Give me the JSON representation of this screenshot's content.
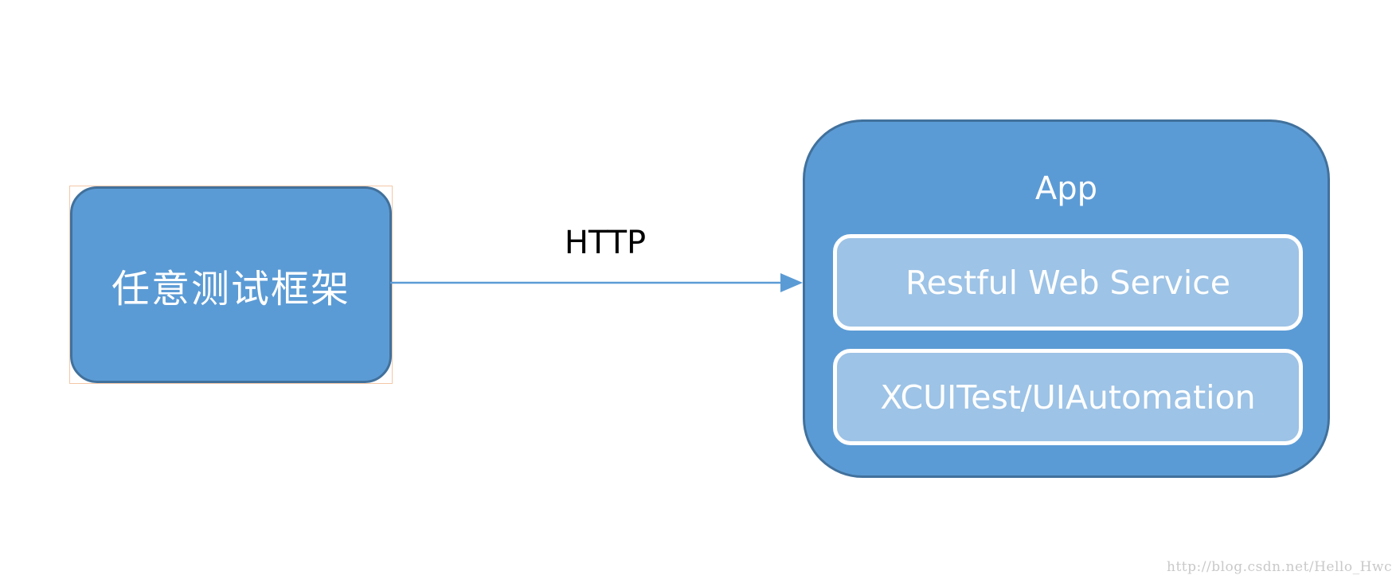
{
  "diagram": {
    "client": {
      "label": "任意测试框架"
    },
    "connection": {
      "label": "HTTP"
    },
    "app": {
      "title": "App",
      "layers": [
        {
          "label": "Restful Web Service"
        },
        {
          "label": "XCUITest/UIAutomation"
        }
      ]
    }
  },
  "watermark": "http://blog.csdn.net/Hello_Hwc",
  "colors": {
    "box_fill": "#5b9bd5",
    "box_border": "#41719c",
    "layer_fill": "#9dc3e6",
    "layer_border": "#ffffff",
    "arrow": "#5b9bd5",
    "selection_frame": "#f4c7a8",
    "text_dark": "#000000",
    "text_light": "#ffffff",
    "watermark": "#c9c9c9"
  }
}
